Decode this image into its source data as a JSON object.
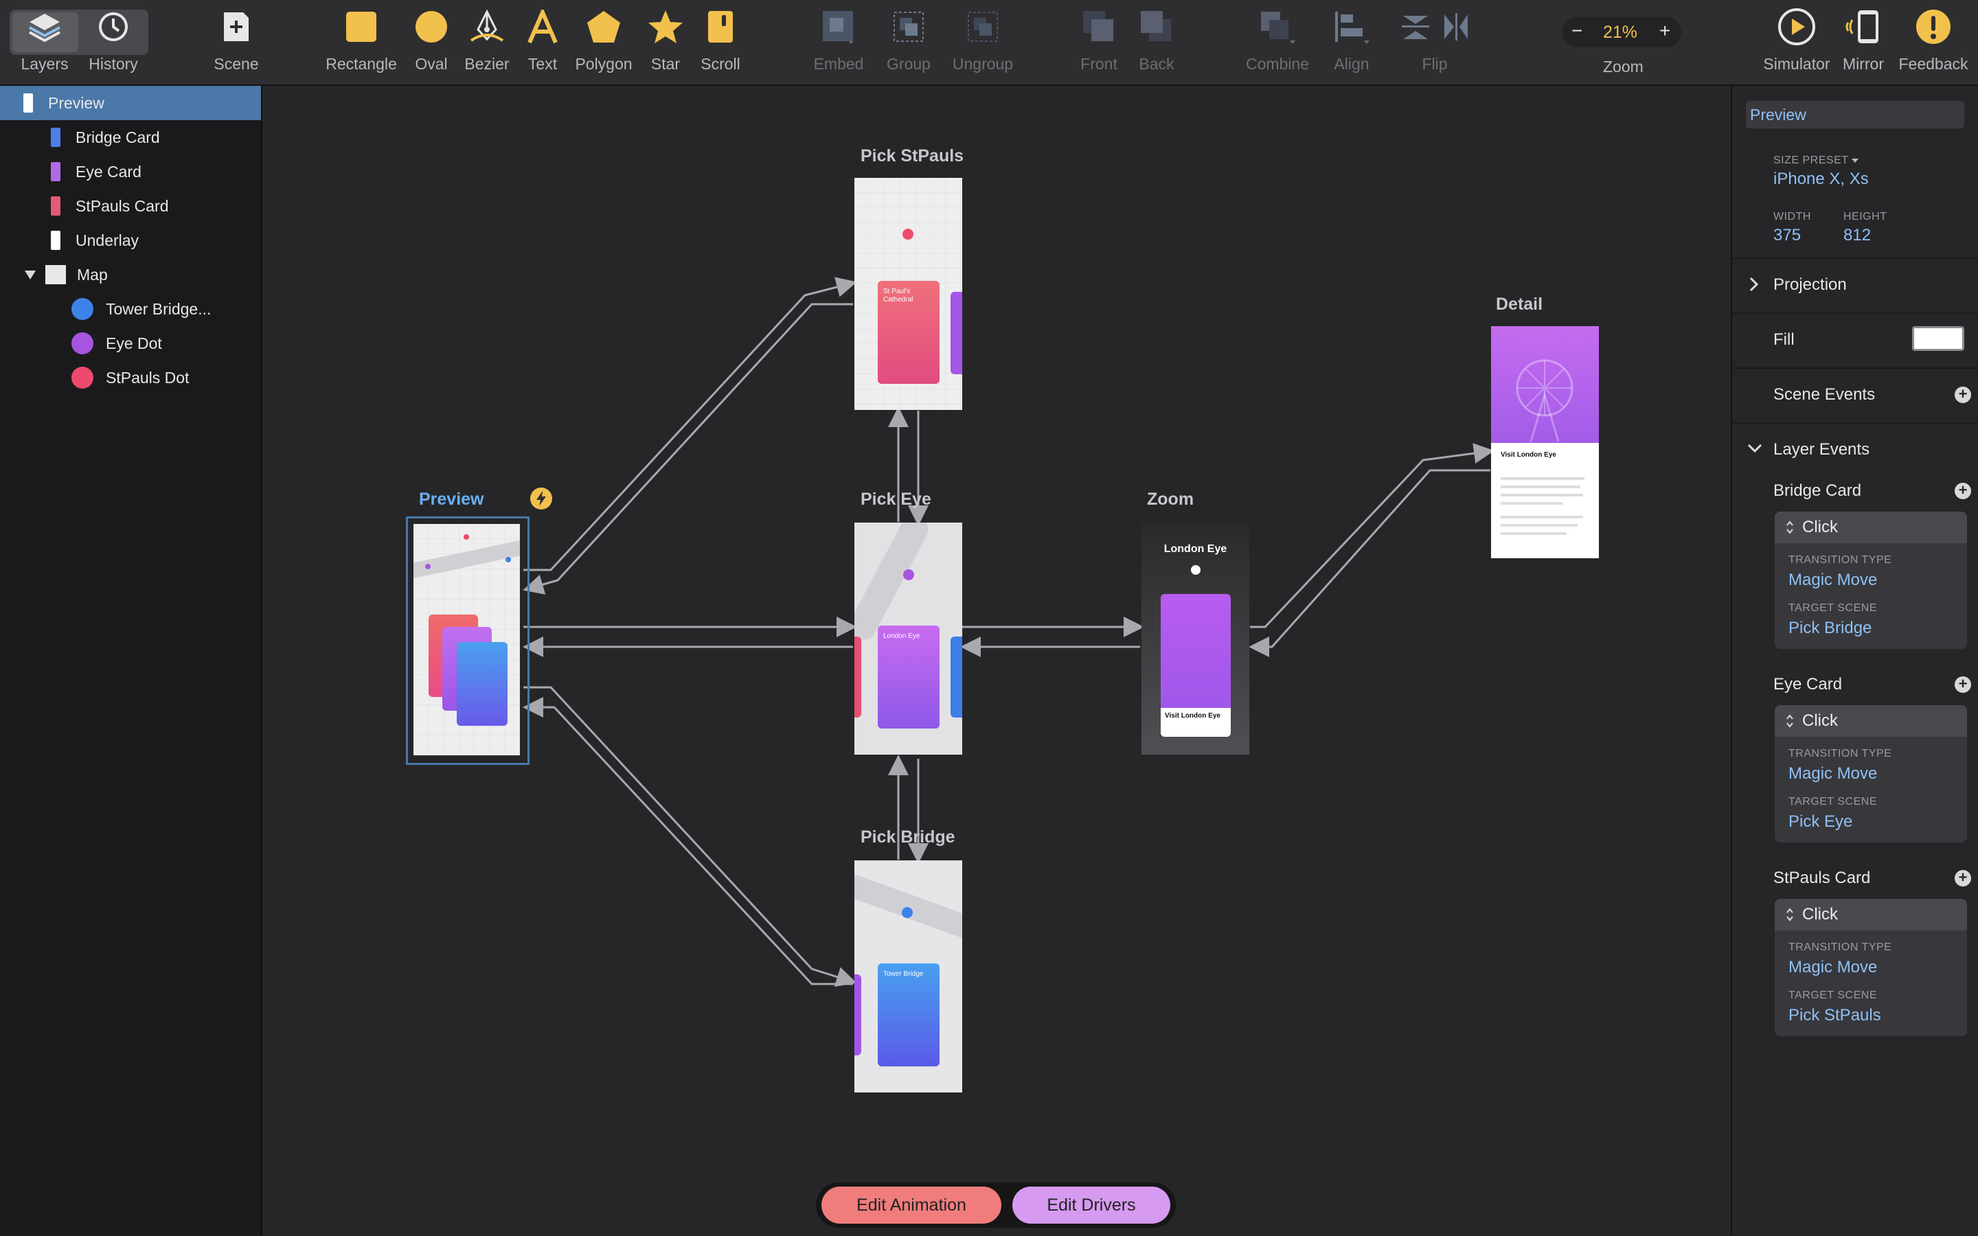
{
  "toolbar": {
    "layers": "Layers",
    "history": "History",
    "scene": "Scene",
    "rectangle": "Rectangle",
    "oval": "Oval",
    "bezier": "Bezier",
    "text": "Text",
    "polygon": "Polygon",
    "star": "Star",
    "scroll": "Scroll",
    "embed": "Embed",
    "group": "Group",
    "ungroup": "Ungroup",
    "front": "Front",
    "back": "Back",
    "combine": "Combine",
    "align": "Align",
    "flip": "Flip",
    "zoom_label": "Zoom",
    "zoom_value": "21%",
    "zoom_minus": "−",
    "zoom_plus": "+",
    "simulator": "Simulator",
    "mirror": "Mirror",
    "feedback": "Feedback"
  },
  "layers": {
    "items": [
      {
        "label": "Preview"
      },
      {
        "label": "Bridge Card"
      },
      {
        "label": "Eye Card"
      },
      {
        "label": "StPauls Card"
      },
      {
        "label": "Underlay"
      },
      {
        "label": "Map"
      },
      {
        "label": "Tower Bridge..."
      },
      {
        "label": "Eye Dot"
      },
      {
        "label": "StPauls Dot"
      }
    ]
  },
  "canvas": {
    "scenes": {
      "preview": "Preview",
      "pick_stpauls": "Pick StPauls",
      "pick_eye": "Pick Eye",
      "pick_bridge": "Pick Bridge",
      "zoom": "Zoom",
      "detail": "Detail"
    },
    "cards": {
      "stpauls": "St Paul's Cathedral",
      "eye": "London Eye",
      "bridge": "Tower Bridge",
      "zoom_title": "London Eye",
      "visit": "Visit London Eye"
    }
  },
  "inspector": {
    "scene_name": "Preview",
    "size_preset_label": "SIZE PRESET",
    "size_preset_value": "iPhone X, Xs",
    "width_label": "WIDTH",
    "width_value": "375",
    "height_label": "HEIGHT",
    "height_value": "812",
    "projection": "Projection",
    "fill": "Fill",
    "scene_events": "Scene Events",
    "layer_events": "Layer Events",
    "transition_type_label": "TRANSITION TYPE",
    "target_scene_label": "TARGET SCENE",
    "events": [
      {
        "layer": "Bridge Card",
        "trigger": "Click",
        "transition": "Magic Move",
        "target": "Pick Bridge"
      },
      {
        "layer": "Eye Card",
        "trigger": "Click",
        "transition": "Magic Move",
        "target": "Pick Eye"
      },
      {
        "layer": "StPauls Card",
        "trigger": "Click",
        "transition": "Magic Move",
        "target": "Pick StPauls"
      }
    ]
  },
  "bottom": {
    "edit_animation": "Edit Animation",
    "edit_drivers": "Edit Drivers"
  },
  "colors": {
    "accent_blue": "#4a78a8",
    "edit_animation_bg": "#f07c7c",
    "edit_drivers_bg": "#d69af0",
    "icon_yellow": "#f2c04c"
  }
}
